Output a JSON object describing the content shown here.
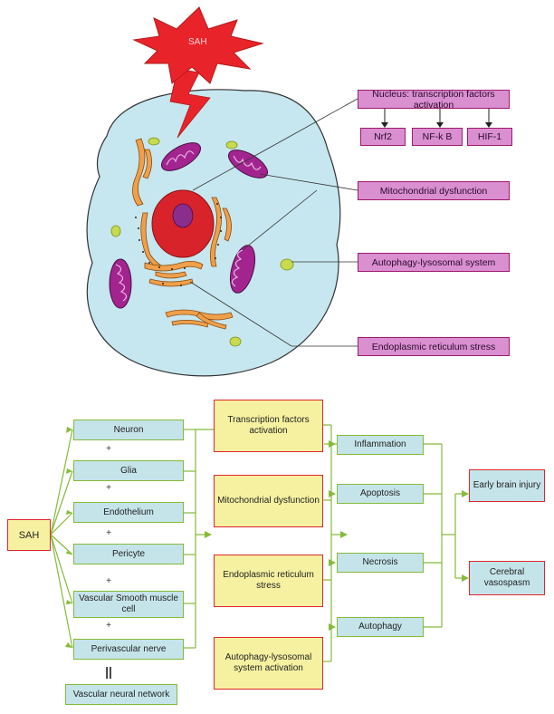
{
  "cell_diagram": {
    "burst_label": "SAH",
    "nucleus_box": "Nucleus: transcription factors activation",
    "factors": [
      "Nrf2",
      "NF-k B",
      "HIF-1"
    ],
    "mito_box": "Mitochondrial dysfunction",
    "autophagy_box": "Autophagy-lysosomal system",
    "er_box": "Endoplasmic reticulum stress"
  },
  "flow": {
    "sah": "SAH",
    "cells": [
      "Neuron",
      "Glia",
      "Endothelium",
      "Pericyte",
      "Vascular Smooth muscle cell",
      "Perivascular nerve"
    ],
    "plus": "+",
    "equals": "||",
    "network": "Vascular neural network",
    "mechanisms": [
      "Transcription factors activation",
      "Mitochondrial dysfunction",
      "Endoplasmic reticulum stress",
      "Autophagy-lysosomal system activation"
    ],
    "processes": [
      "Inflammation",
      "Apoptosis",
      "Necrosis",
      "Autophagy"
    ],
    "outcomes": [
      "Early brain injury",
      "Cerebral vasospasm"
    ]
  },
  "colors": {
    "cell_fill": "#c6e7ef",
    "burst": "#e8242a",
    "magenta_box": "#d98fd0",
    "green_line": "#84bb39",
    "red_border": "#e0262c"
  }
}
